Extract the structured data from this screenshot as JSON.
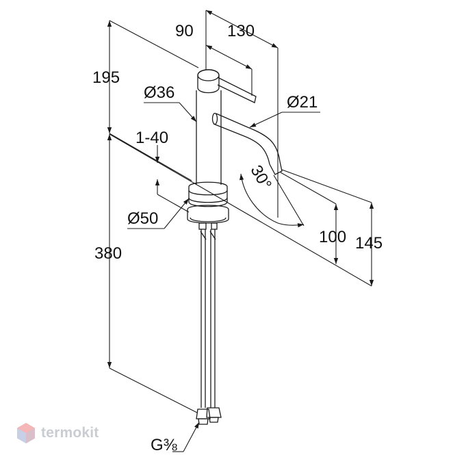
{
  "dimensions": {
    "d_90": "90",
    "d_130": "130",
    "d_195": "195",
    "d_dia36": "Ø36",
    "d_dia21": "Ø21",
    "d_1_40": "1-40",
    "d_30deg": "30°",
    "d_dia50": "Ø50",
    "d_100": "100",
    "d_145": "145",
    "d_380": "380",
    "d_g38": "G⅜"
  },
  "watermark": {
    "text": "termokit",
    "icon": "hexagon-logo-icon",
    "color": "#c9ccd2",
    "icon_colors": [
      "#f4b6b6",
      "#c7d0e6"
    ]
  }
}
